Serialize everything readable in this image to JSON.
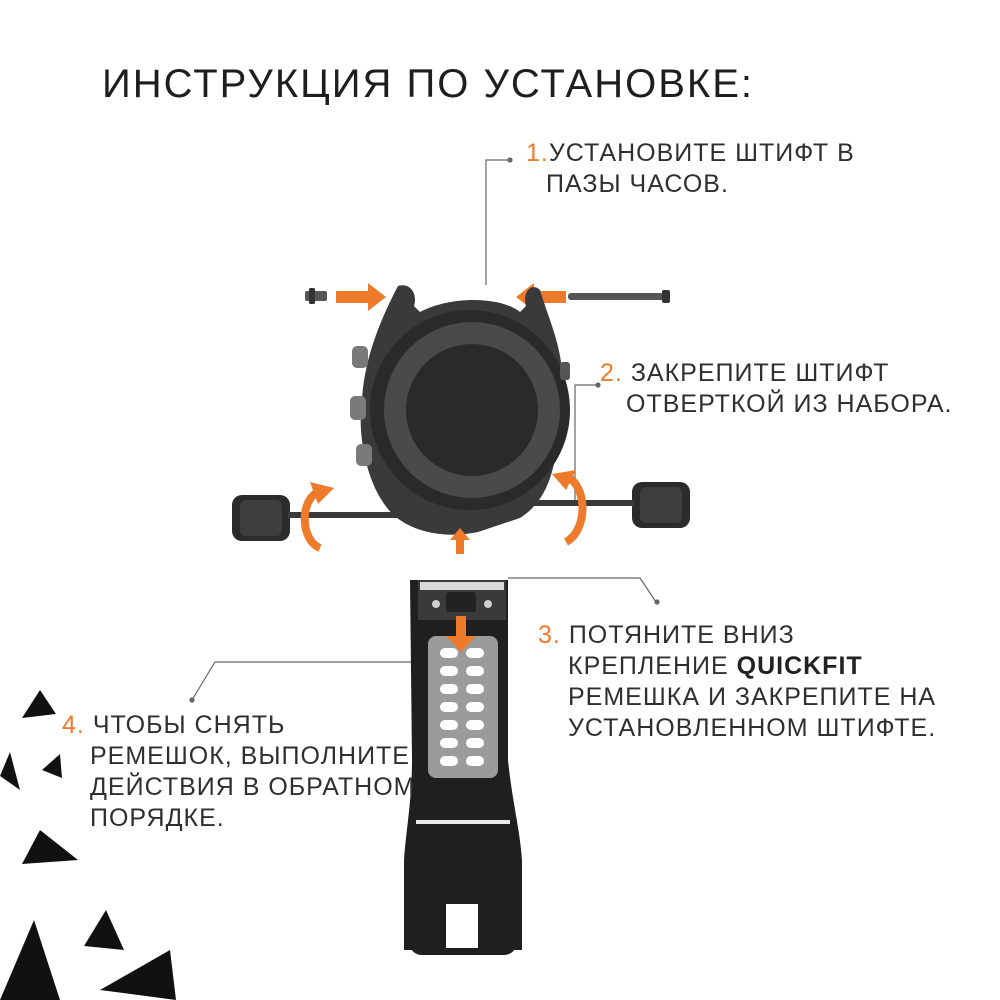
{
  "title": "ИНСТРУКЦИЯ ПО УСТАНОВКЕ:",
  "steps": [
    {
      "num": "1.",
      "lines": [
        "УСТАНОВИТЕ ШТИФТ В",
        "ПАЗЫ ЧАСОВ."
      ]
    },
    {
      "num": "2.",
      "lines": [
        "ЗАКРЕПИТЕ ШТИФТ",
        "ОТВЕРТКОЙ ИЗ НАБОРА."
      ]
    },
    {
      "num": "3.",
      "line1": "ПОТЯНИТЕ ВНИЗ",
      "line2_prefix": "КРЕПЛЕНИЕ",
      "line2_bold": "QUICKFIT",
      "lines_rest": [
        "РЕМЕШКА И ЗАКРЕПИТЕ НА",
        "УСТАНОВЛЕННОМ ШТИФТЕ."
      ]
    },
    {
      "num": "4.",
      "lines": [
        "ЧТОБЫ СНЯТЬ",
        "РЕМЕШОК, ВЫПОЛНИТЕ",
        "ДЕЙСТВИЯ В ОБРАТНОМ",
        "ПОРЯДКЕ."
      ]
    }
  ],
  "colors": {
    "accent": "#ee7a2b",
    "watch_body": "#3a3a3a",
    "strap": "#1f1f1f",
    "strap_holes": "#9b9b9b"
  }
}
